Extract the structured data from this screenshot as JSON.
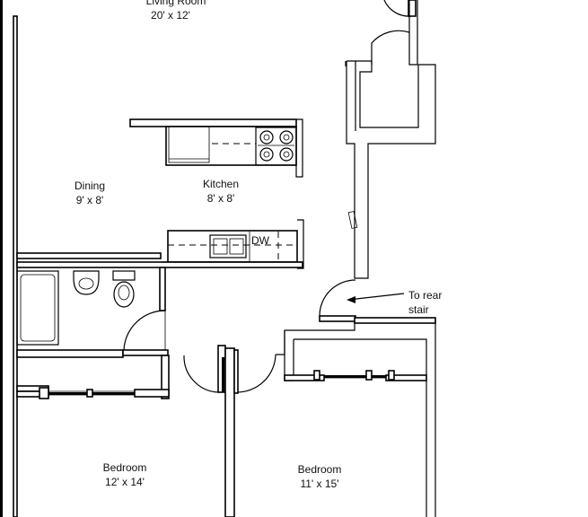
{
  "rooms": {
    "living": {
      "name": "Living Room",
      "size": "20' x 12'"
    },
    "dining": {
      "name": "Dining",
      "size": "9' x 8'"
    },
    "kitchen": {
      "name": "Kitchen",
      "size": "8' x 8'"
    },
    "bedroom_left": {
      "name": "Bedroom",
      "size": "12' x 14'"
    },
    "bedroom_right": {
      "name": "Bedroom",
      "size": "11' x 15'"
    }
  },
  "fixtures": {
    "dishwasher": "DW"
  },
  "annotations": {
    "rear_stair_line1": "To rear",
    "rear_stair_line2": "stair"
  }
}
